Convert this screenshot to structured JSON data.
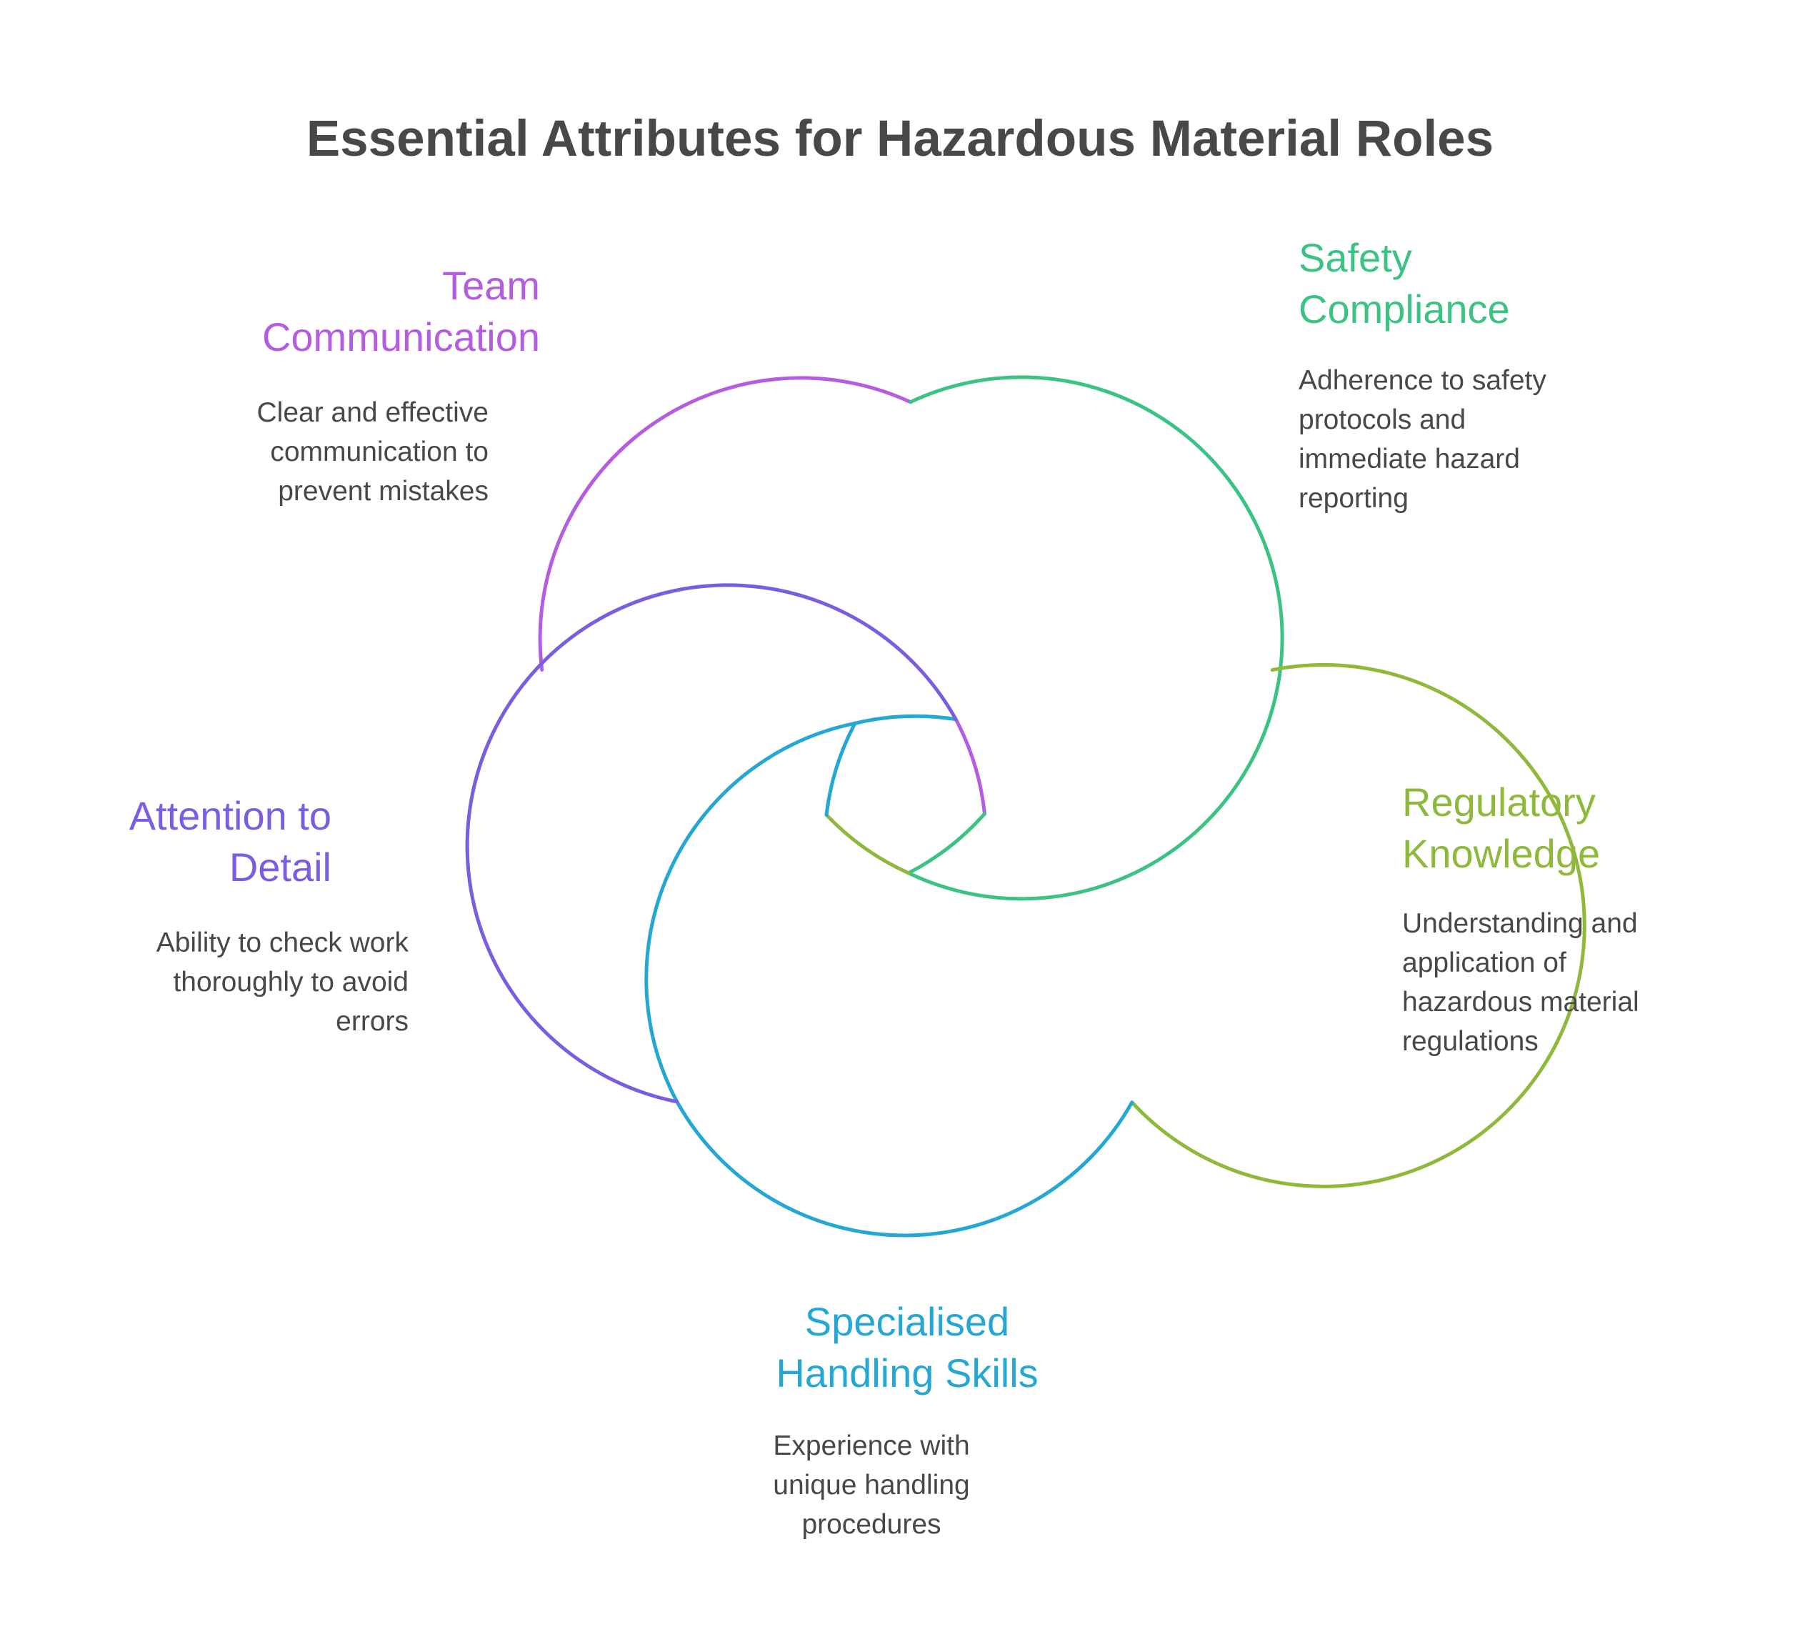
{
  "title": "Essential Attributes for Hazardous Material Roles",
  "attributes": [
    {
      "heading_line1": "Team",
      "heading_line2": "Communication",
      "description": "Clear and effective\ncommunication to\nprevent mistakes",
      "color": "#b55de0"
    },
    {
      "heading_line1": "Safety",
      "heading_line2": "Compliance",
      "description": "Adherence to safety\nprotocols and\nimmediate hazard\nreporting",
      "color": "#3cc383"
    },
    {
      "heading_line1": "Regulatory",
      "heading_line2": "Knowledge",
      "description": "Understanding and\napplication of\nhazardous material\nregulations",
      "color": "#8fb93b"
    },
    {
      "heading_line1": "Specialised",
      "heading_line2": "Handling Skills",
      "description": "Experience with\nunique handling\nprocedures",
      "color": "#25a7d3"
    },
    {
      "heading_line1": "Attention to",
      "heading_line2": "Detail",
      "description": "Ability to check work\nthoroughly to avoid\nerrors",
      "color": "#7b5ee0"
    }
  ]
}
